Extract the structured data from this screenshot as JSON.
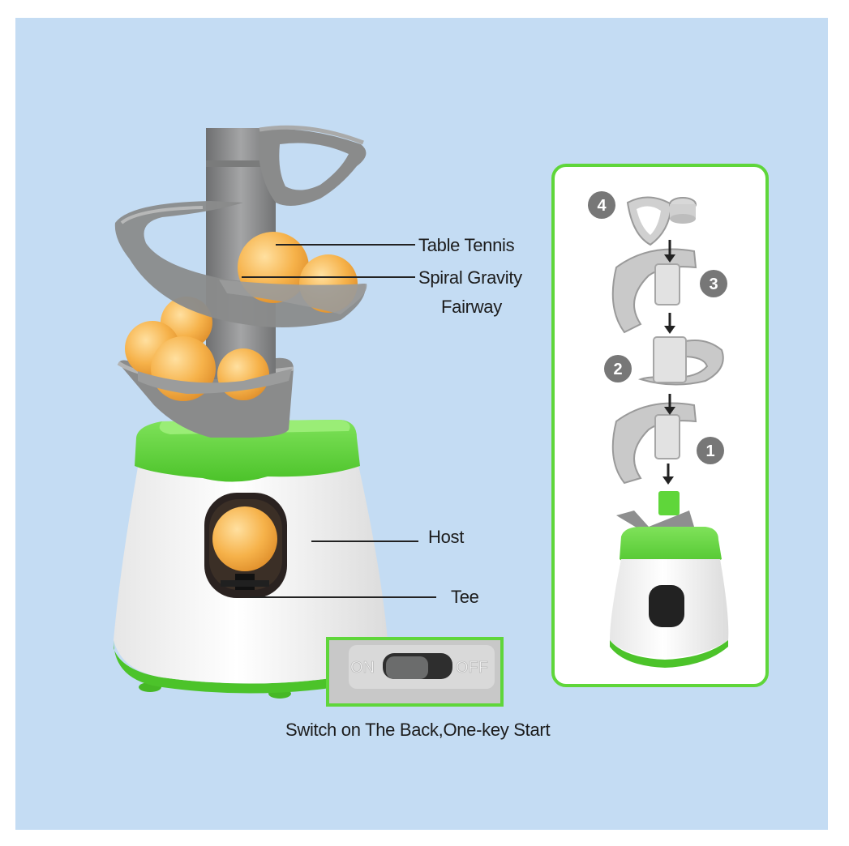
{
  "labels": {
    "table_tennis": "Table Tennis",
    "spiral_line1": "Spiral Gravity",
    "spiral_line2": "Fairway",
    "host": "Host",
    "tee": "Tee",
    "switch_caption": "Switch on The Back,One-key Start"
  },
  "switch": {
    "on": "ON",
    "off": "OFF"
  },
  "steps": [
    "4",
    "3",
    "2",
    "1"
  ],
  "colors": {
    "background": "#c4dcf3",
    "accent_green": "#5fd63a",
    "ball_orange": "#f6b24a",
    "gray_plastic": "#8e8f8f"
  }
}
